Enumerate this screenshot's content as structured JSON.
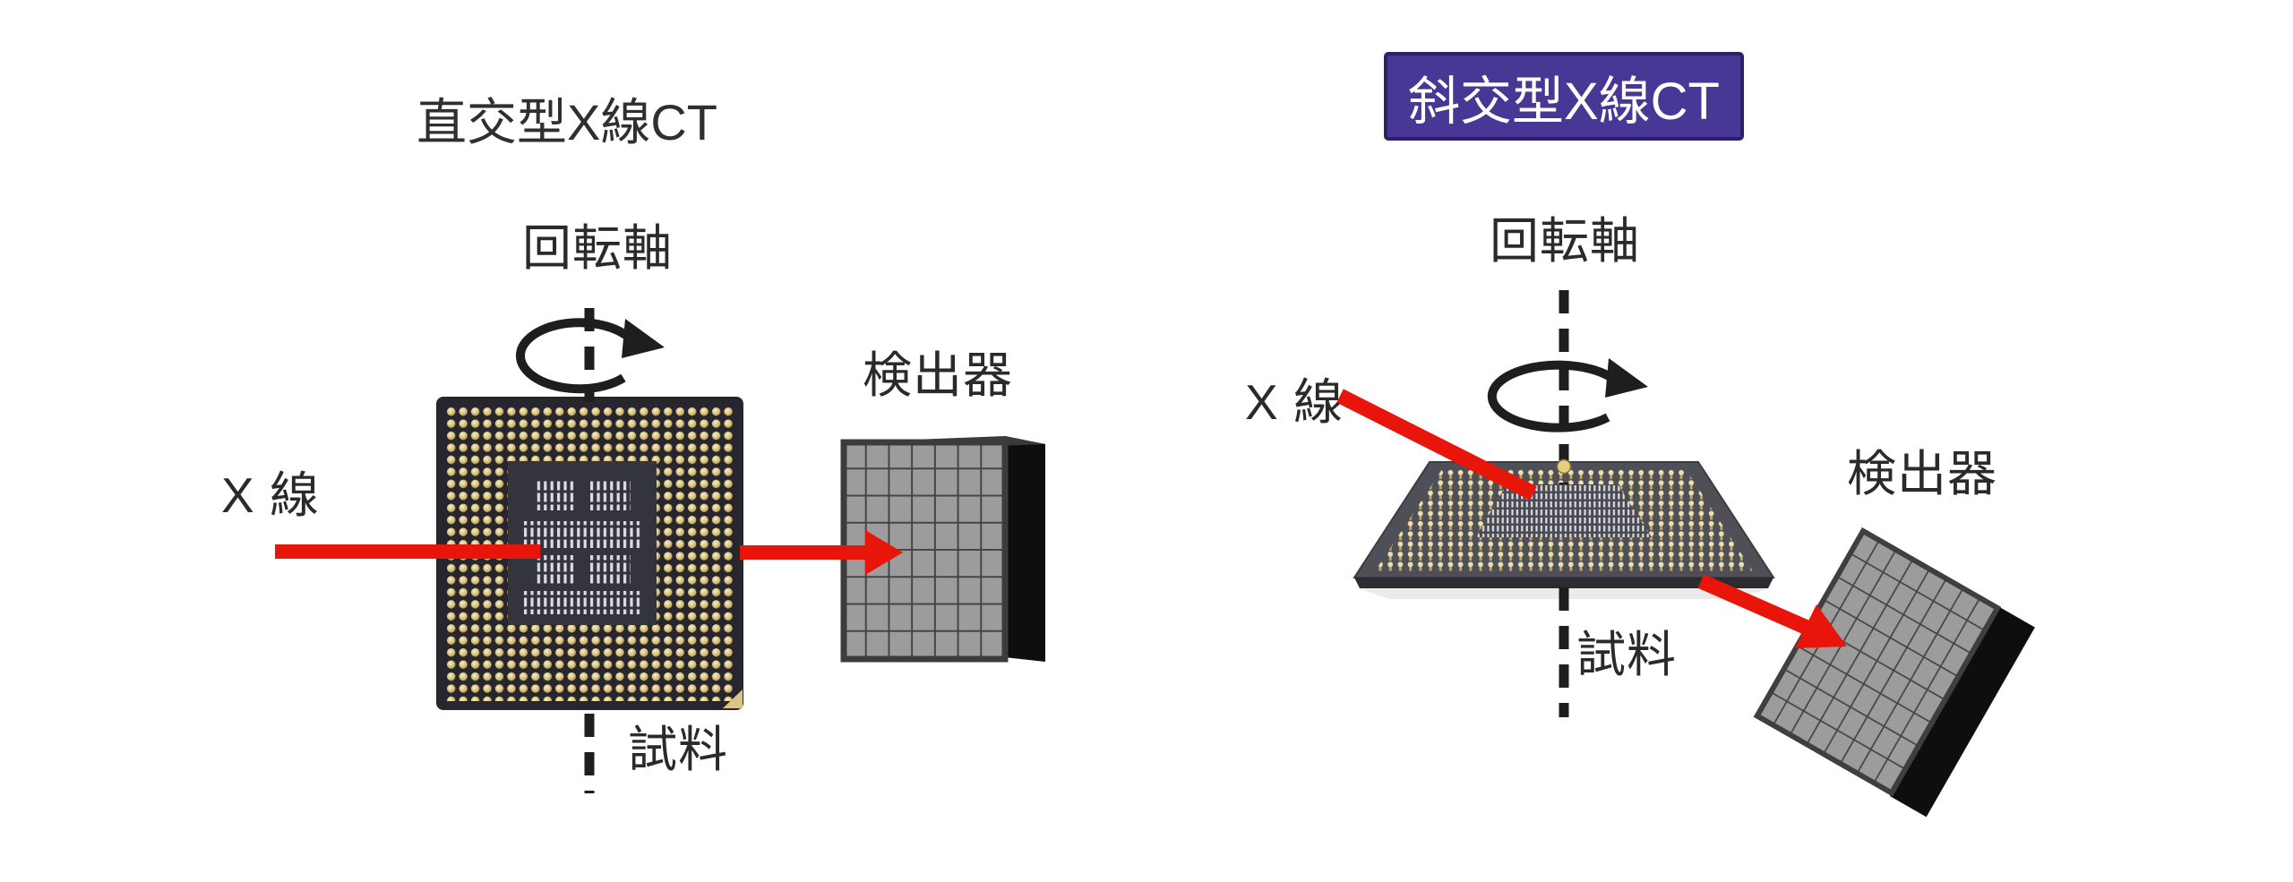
{
  "page": {
    "background": "#ffffff",
    "kind": "comparison-diagram of X-ray CT geometries"
  },
  "left_panel": {
    "title": "直交型X線CT",
    "labels": {
      "rotation_axis": "回転軸",
      "xray": "X 線",
      "detector": "検出器",
      "sample": "試料"
    },
    "detector_grid": {
      "cols": 7,
      "rows": 8
    }
  },
  "right_panel": {
    "title": "斜交型X線CT",
    "labels": {
      "rotation_axis": "回転軸",
      "xray": "X 線",
      "detector": "検出器",
      "sample": "試料"
    },
    "detector_grid": {
      "cols": 8,
      "rows": 8
    }
  },
  "colors": {
    "xray_beam": "#e8150b",
    "title_box_fill": "#483795",
    "title_box_border": "#2b2166",
    "title_box_text": "#ffffff",
    "label_text": "#2a2a2a",
    "axis_stroke": "#1e1e1e",
    "detector_face": "#9c9c9c",
    "detector_grid_line": "#454545",
    "detector_side": "#0e0e0e",
    "chip_body": "#26262c",
    "chip_pin_gold": "#d9c27e"
  },
  "icons": {
    "left_rotation": "rotation-arrow-icon",
    "right_rotation": "rotation-arrow-icon"
  }
}
